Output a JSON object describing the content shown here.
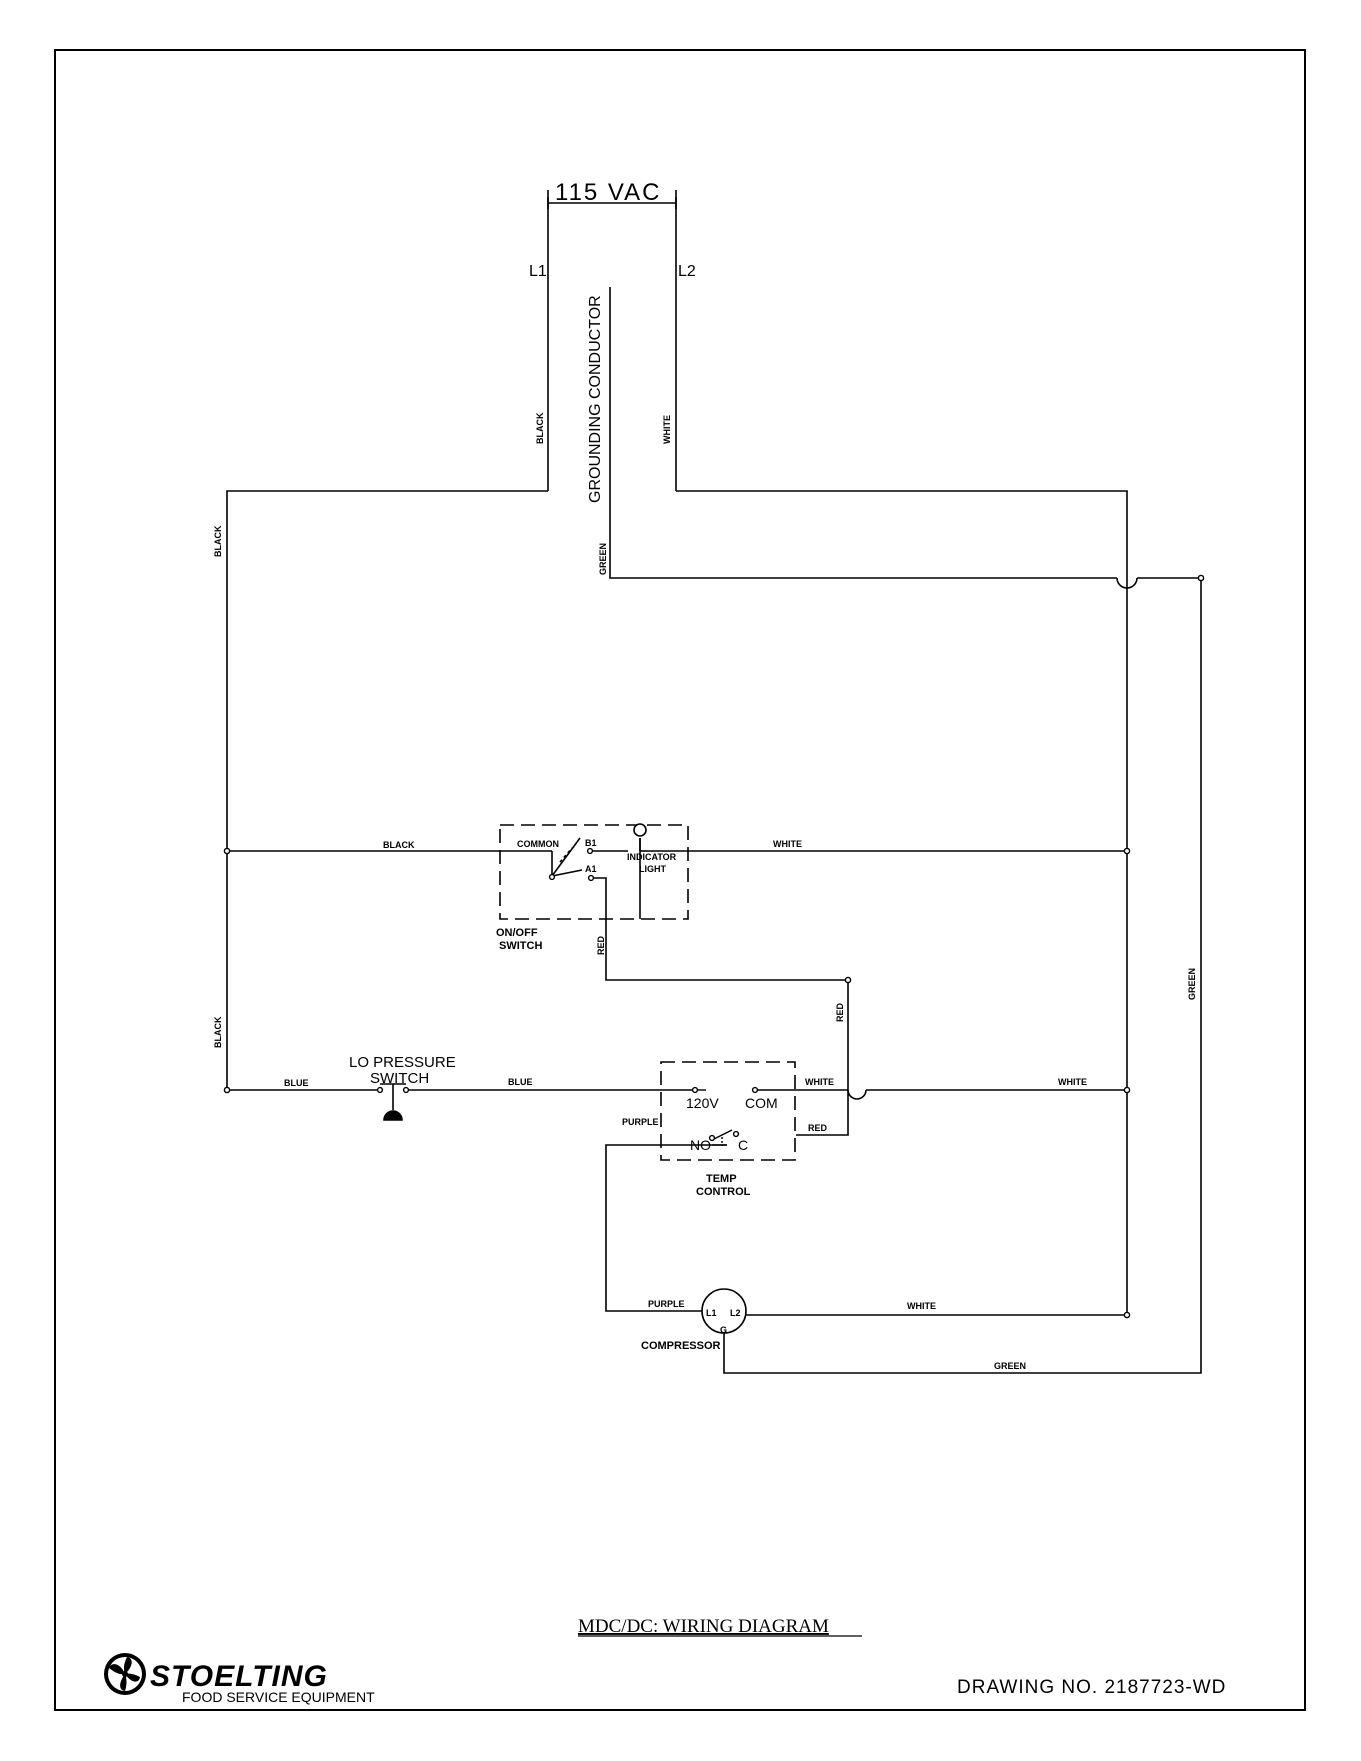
{
  "power": {
    "voltage": "115 VAC",
    "line1": "L1",
    "line2": "L2",
    "ground": "GROUNDING CONDUCTOR"
  },
  "wires": {
    "black": "BLACK",
    "white": "WHITE",
    "green": "GREEN",
    "red": "RED",
    "blue": "BLUE",
    "purple": "PURPLE"
  },
  "on_off_switch": {
    "name_line1": "ON/OFF",
    "name_line2": "SWITCH",
    "common": "COMMON",
    "b1": "B1",
    "a1": "A1",
    "indicator_line1": "INDICATOR",
    "indicator_line2": "LIGHT"
  },
  "lo_pressure_switch": {
    "line1": "LO PRESSURE",
    "line2": "SWITCH"
  },
  "temp_control": {
    "name_line1": "TEMP",
    "name_line2": "CONTROL",
    "v120": "120V",
    "com": "COM",
    "no": "NO",
    "c": "C"
  },
  "compressor": {
    "name": "COMPRESSOR",
    "l1": "L1",
    "l2": "L2",
    "g": "G"
  },
  "footer": {
    "title": "MDC/DC: WIRING DIAGRAM",
    "brand": "STOELTING",
    "tagline": "FOOD SERVICE EQUIPMENT",
    "drawing_no": "DRAWING NO. 2187723-WD"
  }
}
